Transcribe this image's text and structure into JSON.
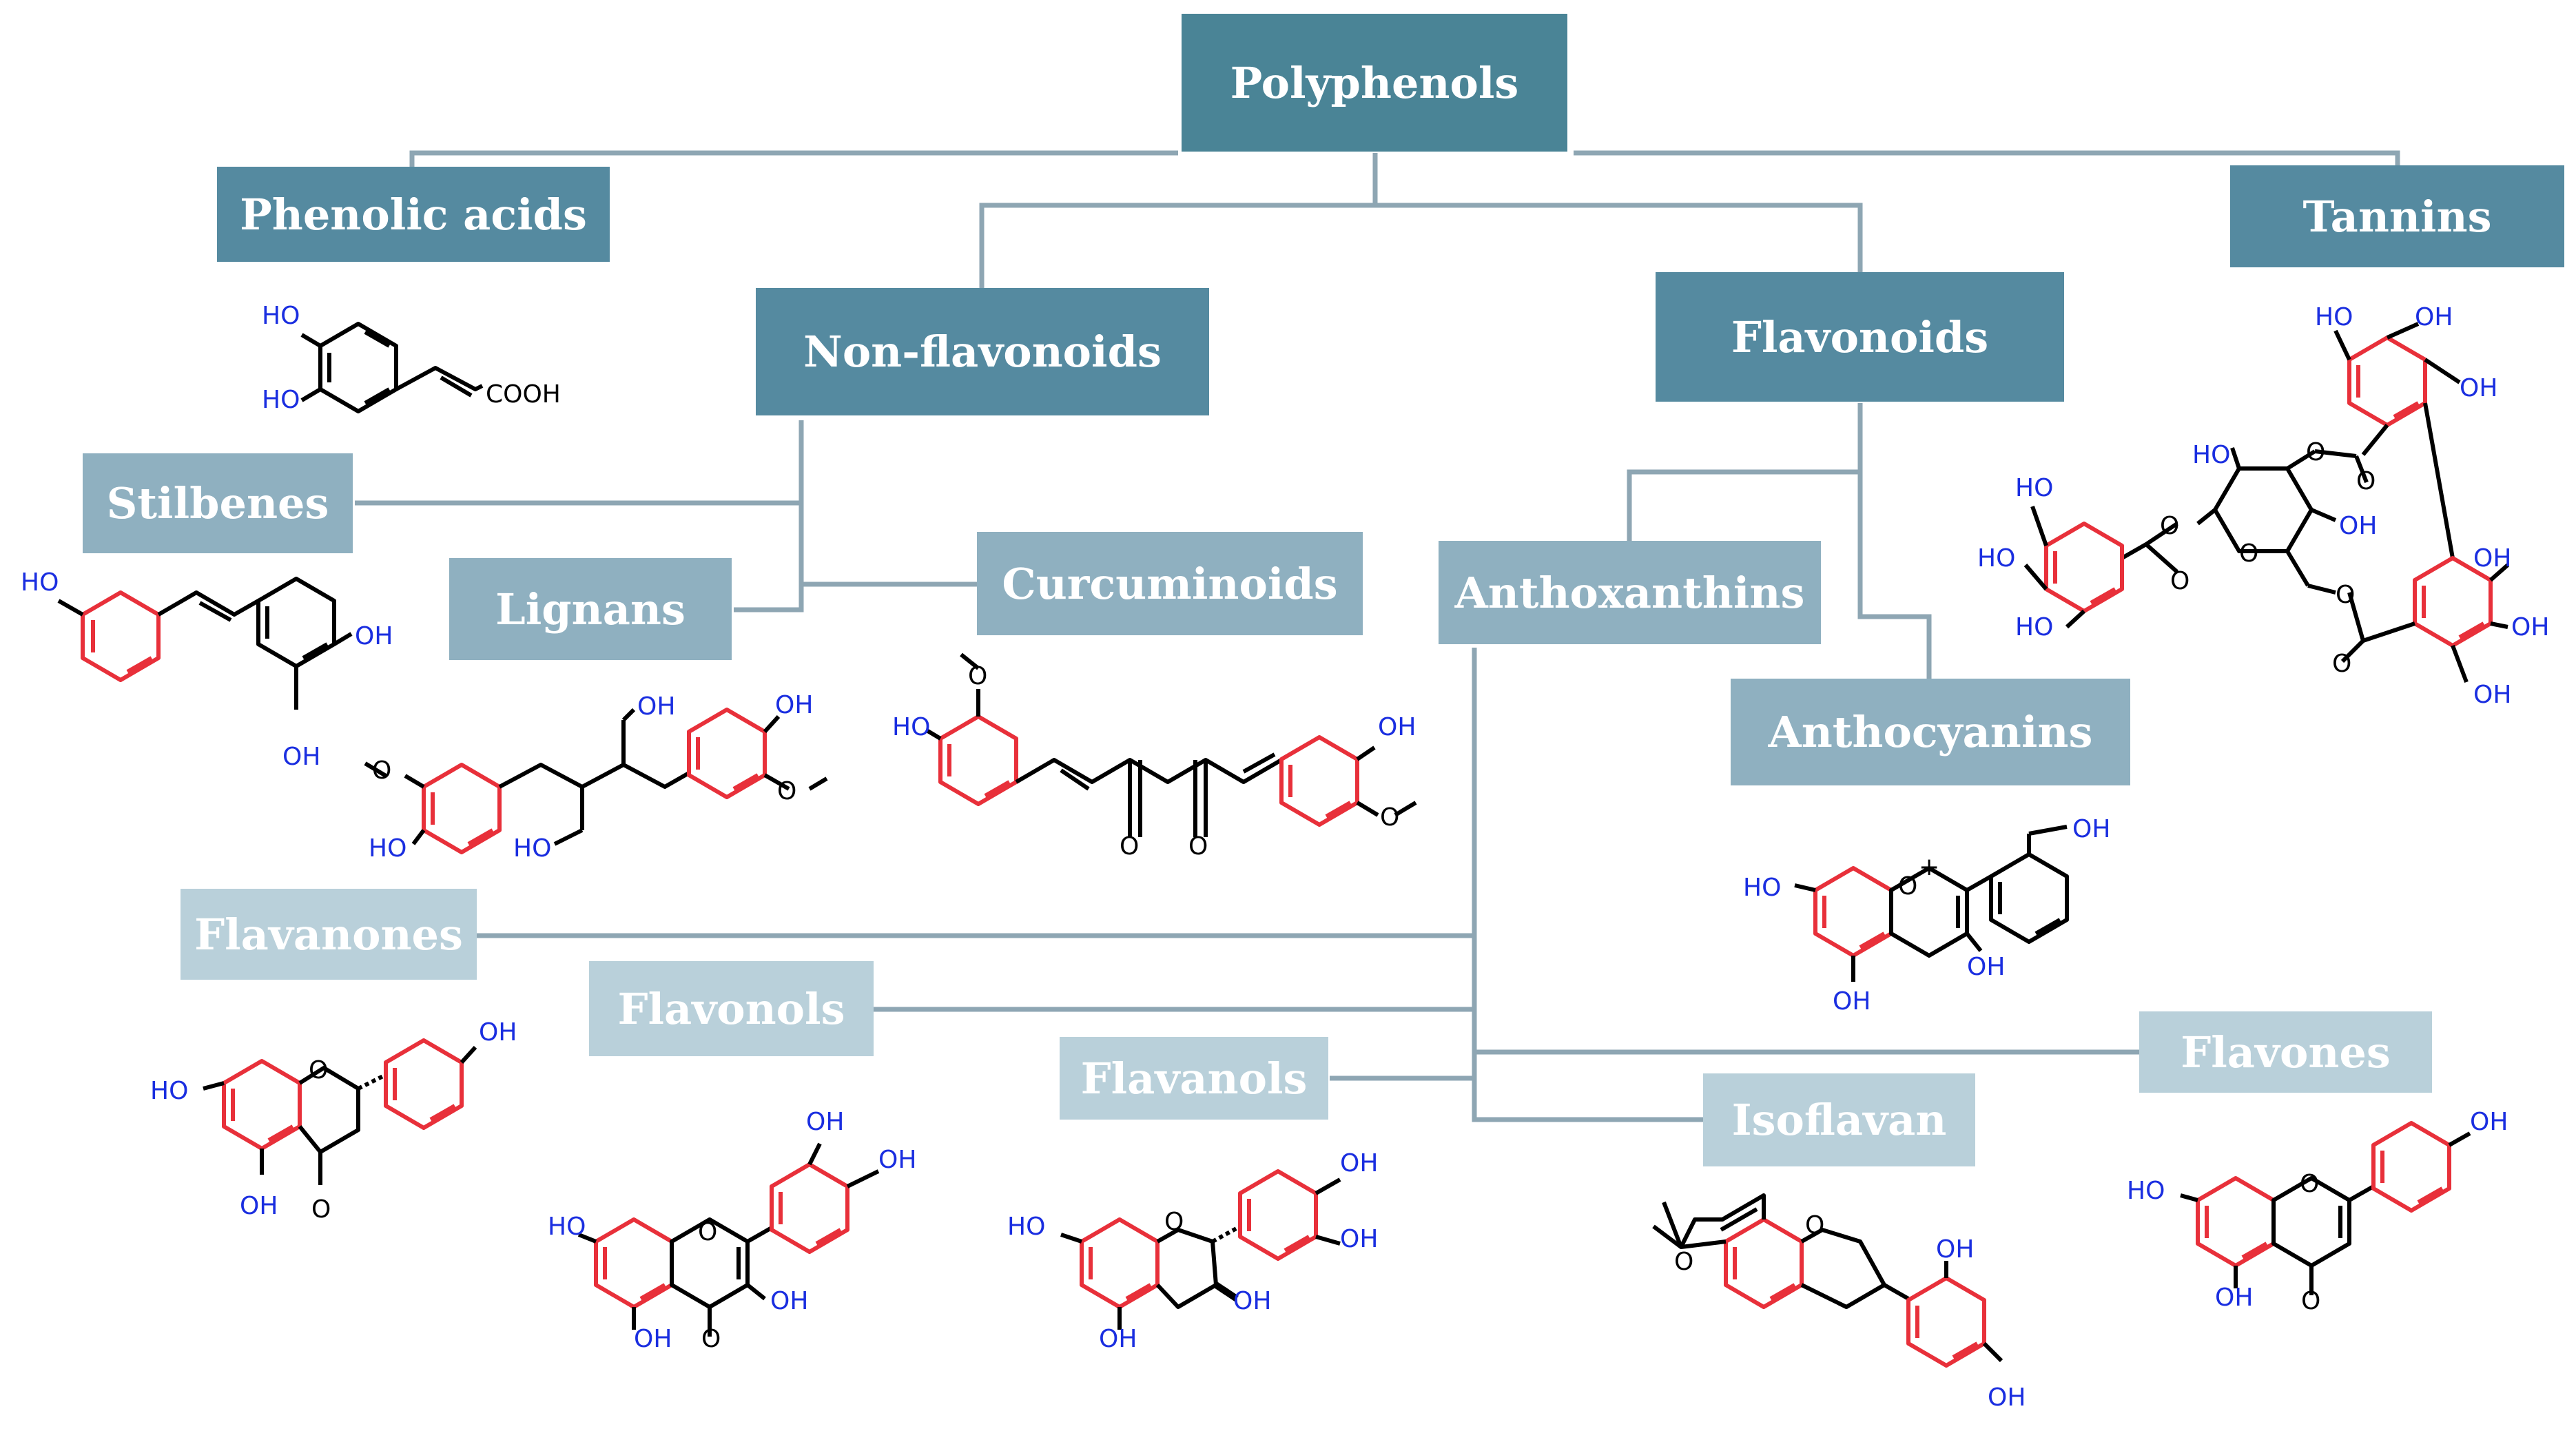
{
  "colors": {
    "root": "#4a8496",
    "class": "#558aa0",
    "subclass": "#8fb0c0",
    "subgroup": "#b9d0da",
    "connector": "#8ea6b3",
    "ring_highlight": "#e8303a",
    "hydroxyl": "#1a2ee0",
    "bond": "#000000"
  },
  "diagram": {
    "root": "Polyphenols",
    "classes": {
      "phenolic_acids": "Phenolic acids",
      "tannins": "Tannins",
      "non_flavonoids": "Non-flavonoids",
      "flavonoids": "Flavonoids"
    },
    "non_flavonoid_groups": {
      "stilbenes": "Stilbenes",
      "lignans": "Lignans",
      "curcuminoids": "Curcuminoids"
    },
    "flavonoid_groups": {
      "anthoxanthins": "Anthoxanthins",
      "anthocyanins": "Anthocyanins"
    },
    "anthoxanthin_groups": {
      "flavanones": "Flavanones",
      "flavonols": "Flavonols",
      "flavanols": "Flavanols",
      "isoflavan": "Isoflavan",
      "flavones": "Flavones"
    }
  },
  "structure_labels": {
    "ho": "HO",
    "oh": "OH",
    "o": "O",
    "o_plus": "O",
    "plus": "+",
    "cooh": "COOH"
  }
}
